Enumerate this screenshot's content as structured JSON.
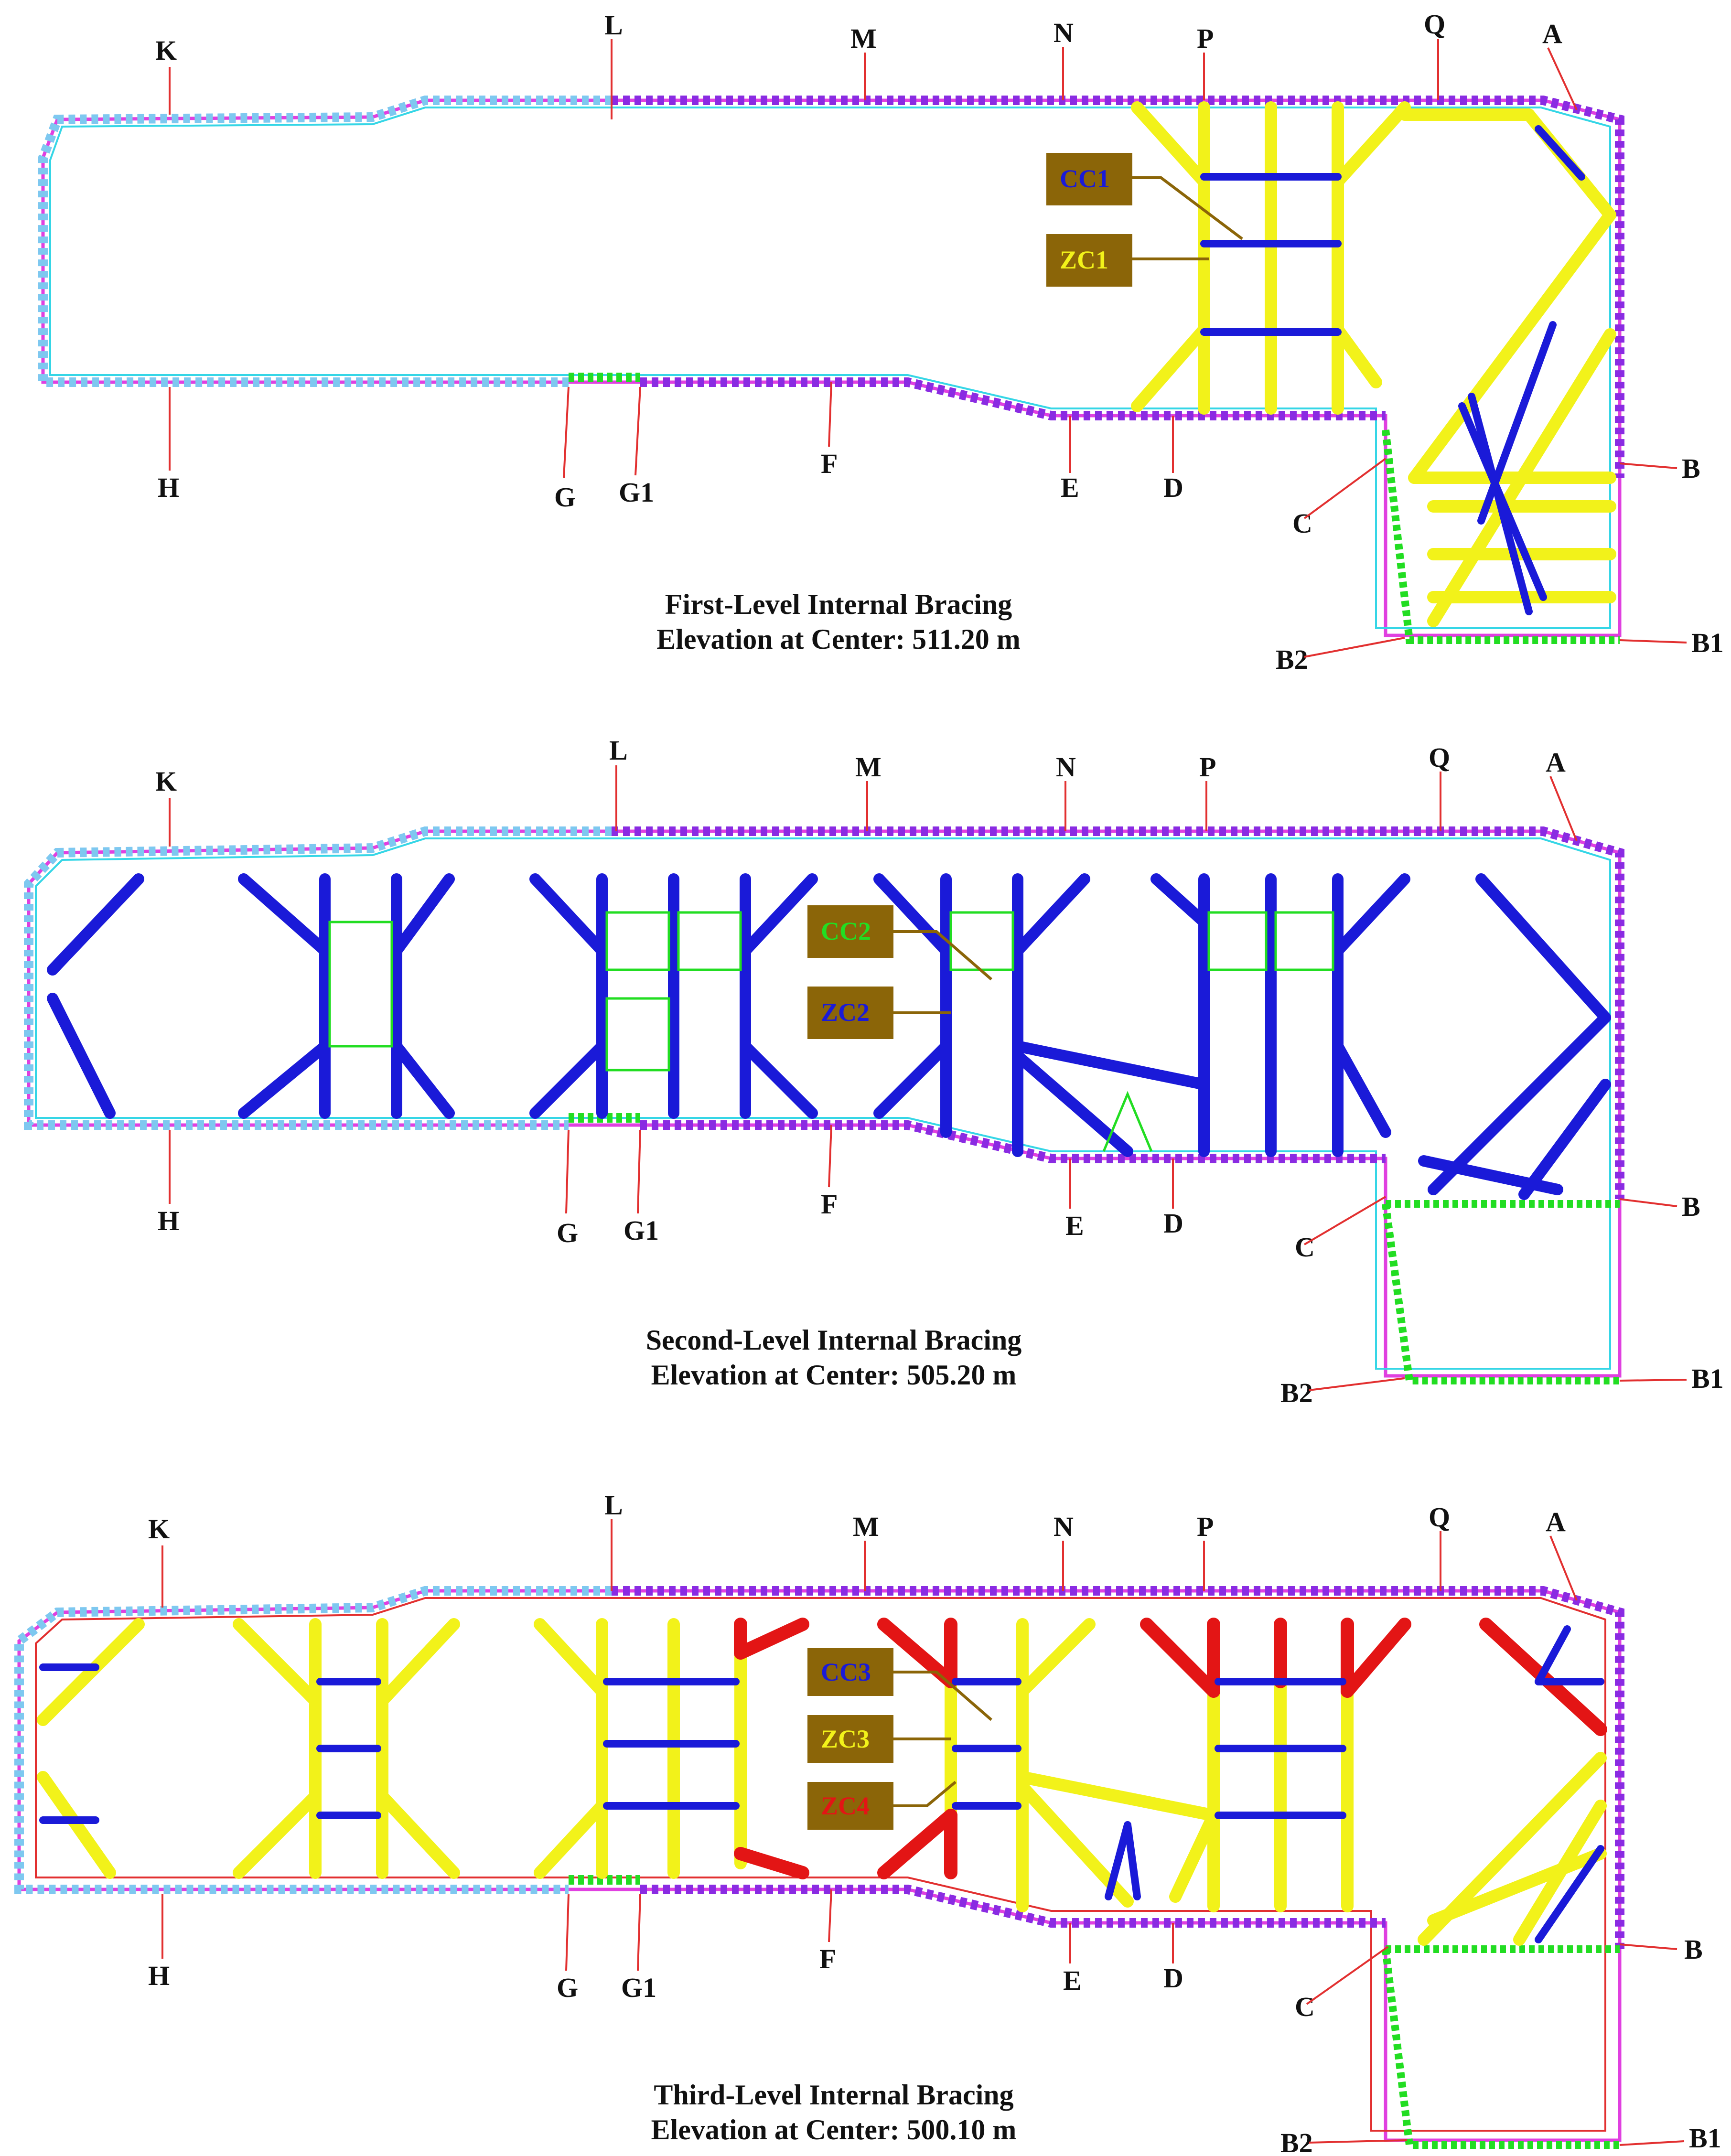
{
  "panels": [
    {
      "caption_line1": "First-Level Internal Bracing",
      "caption_line2": "Elevation at Center: 511.20 m",
      "tags": [
        {
          "text": "CC1",
          "color": "#1a1ad8"
        },
        {
          "text": "ZC1",
          "color": "#f2f21a"
        }
      ],
      "points": [
        "K",
        "L",
        "M",
        "N",
        "P",
        "Q",
        "A",
        "B",
        "B1",
        "B2",
        "C",
        "D",
        "E",
        "F",
        "G1",
        "G",
        "H"
      ]
    },
    {
      "caption_line1": "Second-Level Internal Bracing",
      "caption_line2": "Elevation at Center: 505.20 m",
      "tags": [
        {
          "text": "CC2",
          "color": "#22dd22"
        },
        {
          "text": "ZC2",
          "color": "#1a1ad8"
        }
      ],
      "points": [
        "K",
        "L",
        "M",
        "N",
        "P",
        "Q",
        "A",
        "B",
        "B1",
        "B2",
        "C",
        "D",
        "E",
        "F",
        "G1",
        "G",
        "H"
      ]
    },
    {
      "caption_line1": "Third-Level Internal Bracing",
      "caption_line2": "Elevation at Center: 500.10 m",
      "tags": [
        {
          "text": "CC3",
          "color": "#1a1ad8"
        },
        {
          "text": "ZC3",
          "color": "#f2f21a"
        },
        {
          "text": "ZC4",
          "color": "#e31515"
        }
      ],
      "points": [
        "K",
        "L",
        "M",
        "N",
        "P",
        "Q",
        "A",
        "B",
        "B1",
        "B2",
        "C",
        "D",
        "E",
        "F",
        "G1",
        "G",
        "H"
      ]
    }
  ],
  "colors": {
    "yellow_strut": "#f2f21a",
    "blue_strut": "#1a1ad8",
    "red_strut": "#e31515",
    "green_link": "#22dd22",
    "pile_light": "#7ec8f0",
    "pile_purple": "#8a2be2",
    "tag_box": "#8b6508",
    "outline_magenta": "#e040e0",
    "outline_cyan": "#35d6e6",
    "leader_red": "#e23030"
  }
}
